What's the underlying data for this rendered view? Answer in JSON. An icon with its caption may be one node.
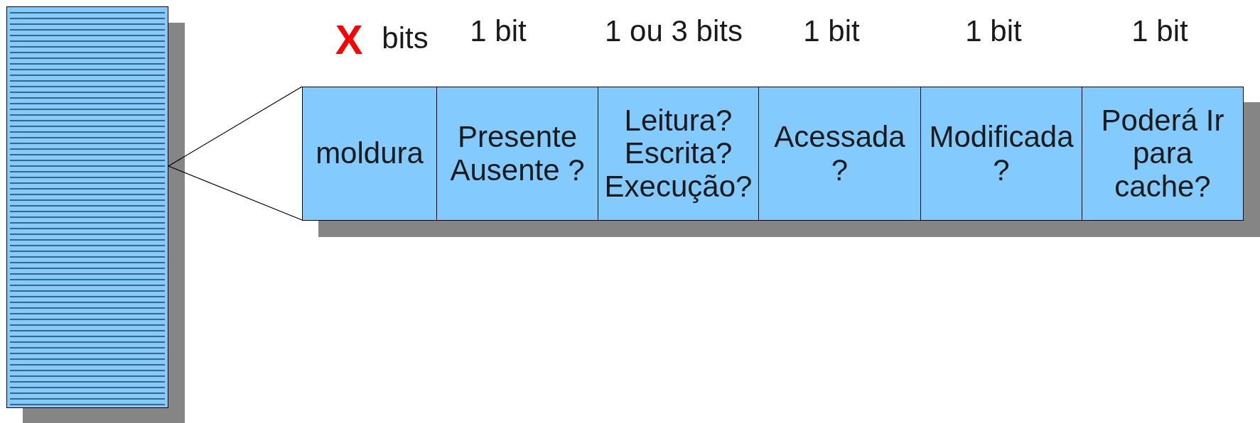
{
  "diagram": {
    "nodes": [
      {
        "text": [],
        "shape": "box"
      },
      {
        "text": [
          "moldura"
        ]
      },
      {
        "text": [
          "Presente Ausente ?"
        ]
      },
      {
        "text": [
          "Leitura? Escrita? Execução?"
        ]
      },
      {
        "text": [
          "Acessada ?"
        ]
      },
      {
        "text": [
          "Modificada ?"
        ]
      },
      {
        "text": [
          "Poderá Ir para cache?"
        ]
      }
    ],
    "edges": [
      {
        "from": 0,
        "to": 1,
        "arrow": "none"
      },
      {
        "from": 0,
        "to": 1,
        "arrow": "none"
      }
    ],
    "labels": [
      "X",
      "bits",
      "1 bit",
      "1 ou 3 bits",
      "1 bit",
      "1 bit",
      "1 bit"
    ]
  }
}
